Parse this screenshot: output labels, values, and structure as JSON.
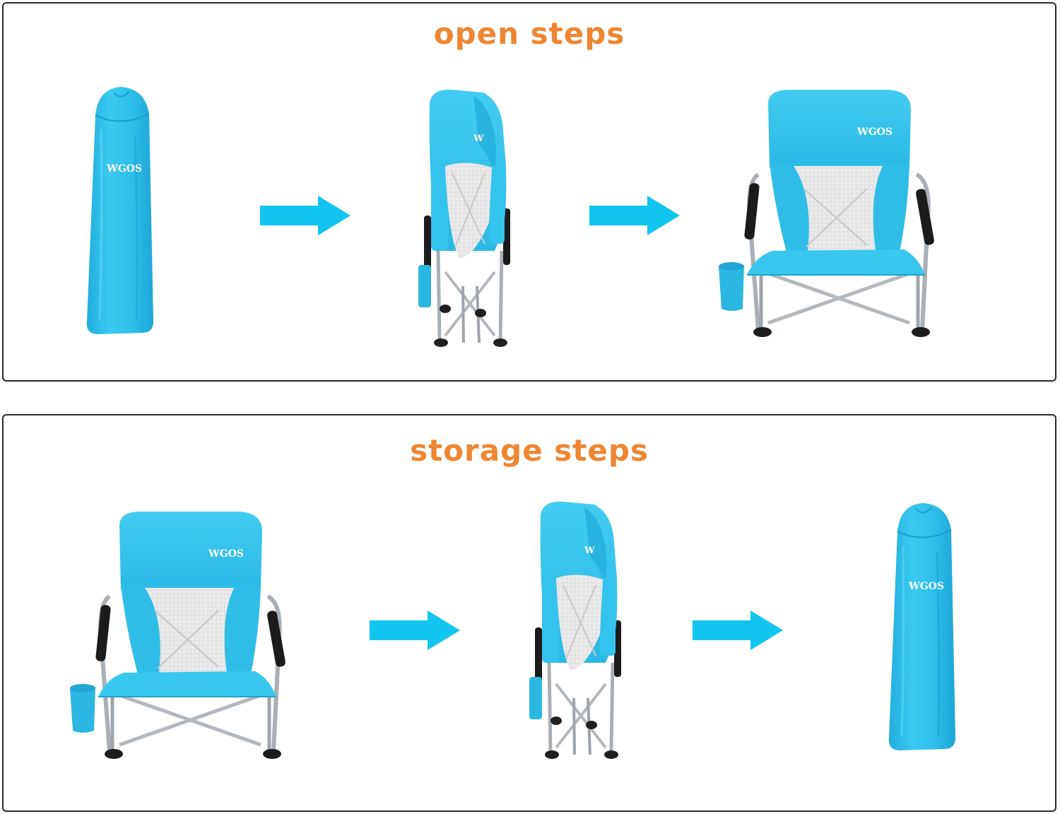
{
  "open_steps": {
    "title": "open steps",
    "brand": "WGOS"
  },
  "storage_steps": {
    "title": "storage steps",
    "brand": "WGOS"
  },
  "colors": {
    "title_orange": "#ef8632",
    "arrow_blue": "#12c5ee",
    "fabric_blue": "#2ec0ea",
    "fabric_dark": "#1aa8d6",
    "mesh_grey": "#e9e9e9",
    "frame_silver": "#a8aeb4",
    "foam_black": "#1b1b1b",
    "border": "#2b2b2b"
  },
  "icons": [
    "carry-bag",
    "folded-chair",
    "open-chair",
    "right-arrow"
  ]
}
